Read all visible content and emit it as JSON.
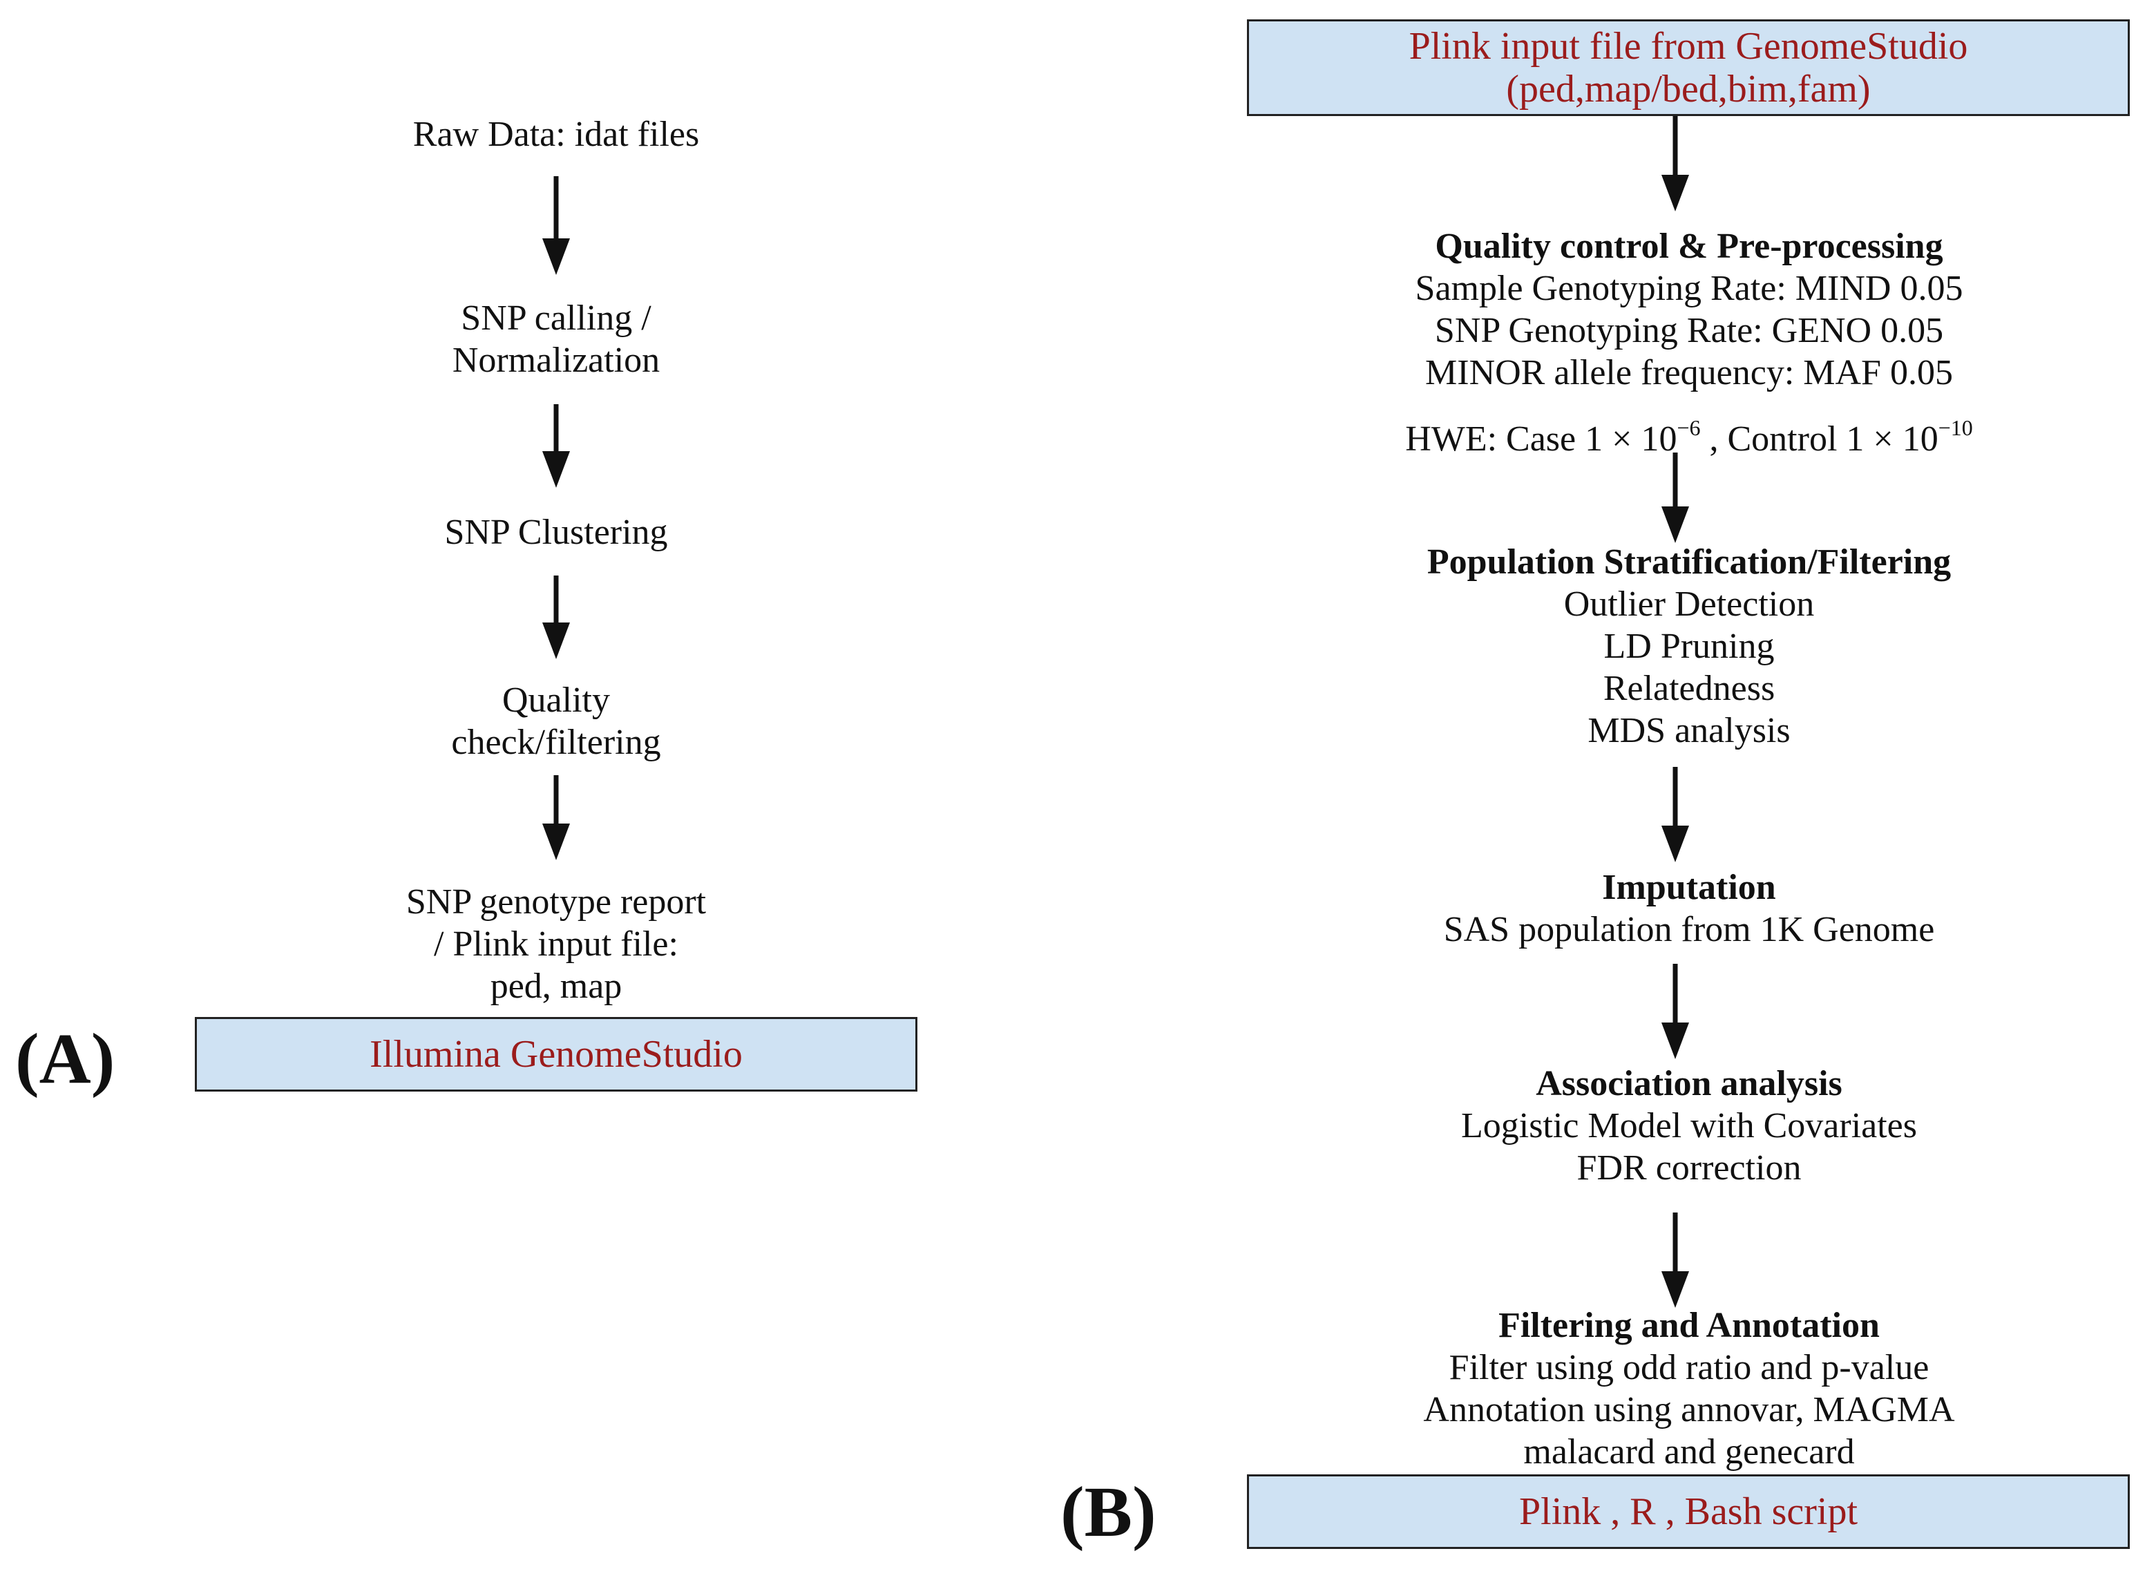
{
  "panel_a": {
    "label": "(A)",
    "steps": [
      [
        "Raw Data: idat files"
      ],
      [
        "SNP calling /",
        "Normalization"
      ],
      [
        "SNP Clustering"
      ],
      [
        "Quality",
        "check/filtering"
      ],
      [
        "SNP genotype report",
        "/ Plink input file:",
        "ped, map"
      ]
    ],
    "tool_box": "Illumina GenomeStudio"
  },
  "panel_b": {
    "label": "(B)",
    "input_box": {
      "line1": "Plink input file from GenomeStudio",
      "line2": "(ped,map/bed,bim,fam)"
    },
    "qc": {
      "title": "Quality control & Pre-processing",
      "items": [
        "Sample Genotyping Rate: MIND 0.05",
        "SNP Genotyping Rate: GENO 0.05",
        "MINOR allele frequency: MAF 0.05"
      ],
      "hwe": {
        "prefix": "HWE: Case 1 × 10",
        "case_exp": "−6",
        "middle": " , Control 1 × 10",
        "control_exp": "−10"
      }
    },
    "stratification": {
      "title": "Population Stratification/Filtering",
      "items": [
        "Outlier Detection",
        "LD Pruning",
        "Relatedness",
        "MDS analysis"
      ]
    },
    "imputation": {
      "title": "Imputation",
      "items": [
        "SAS population from 1K Genome"
      ]
    },
    "association": {
      "title": "Association analysis",
      "items": [
        "Logistic Model with Covariates",
        "FDR correction"
      ]
    },
    "annotation": {
      "title": "Filtering and Annotation",
      "items": [
        "Filter using odd ratio and p-value",
        "Annotation using annovar, MAGMA",
        "malacard and genecard"
      ]
    },
    "tool_box": "Plink , R , Bash script"
  },
  "colors": {
    "box_fill": "#cfe2f3",
    "box_text": "#9b1c1c",
    "text": "#111111",
    "arrow": "#111111"
  }
}
